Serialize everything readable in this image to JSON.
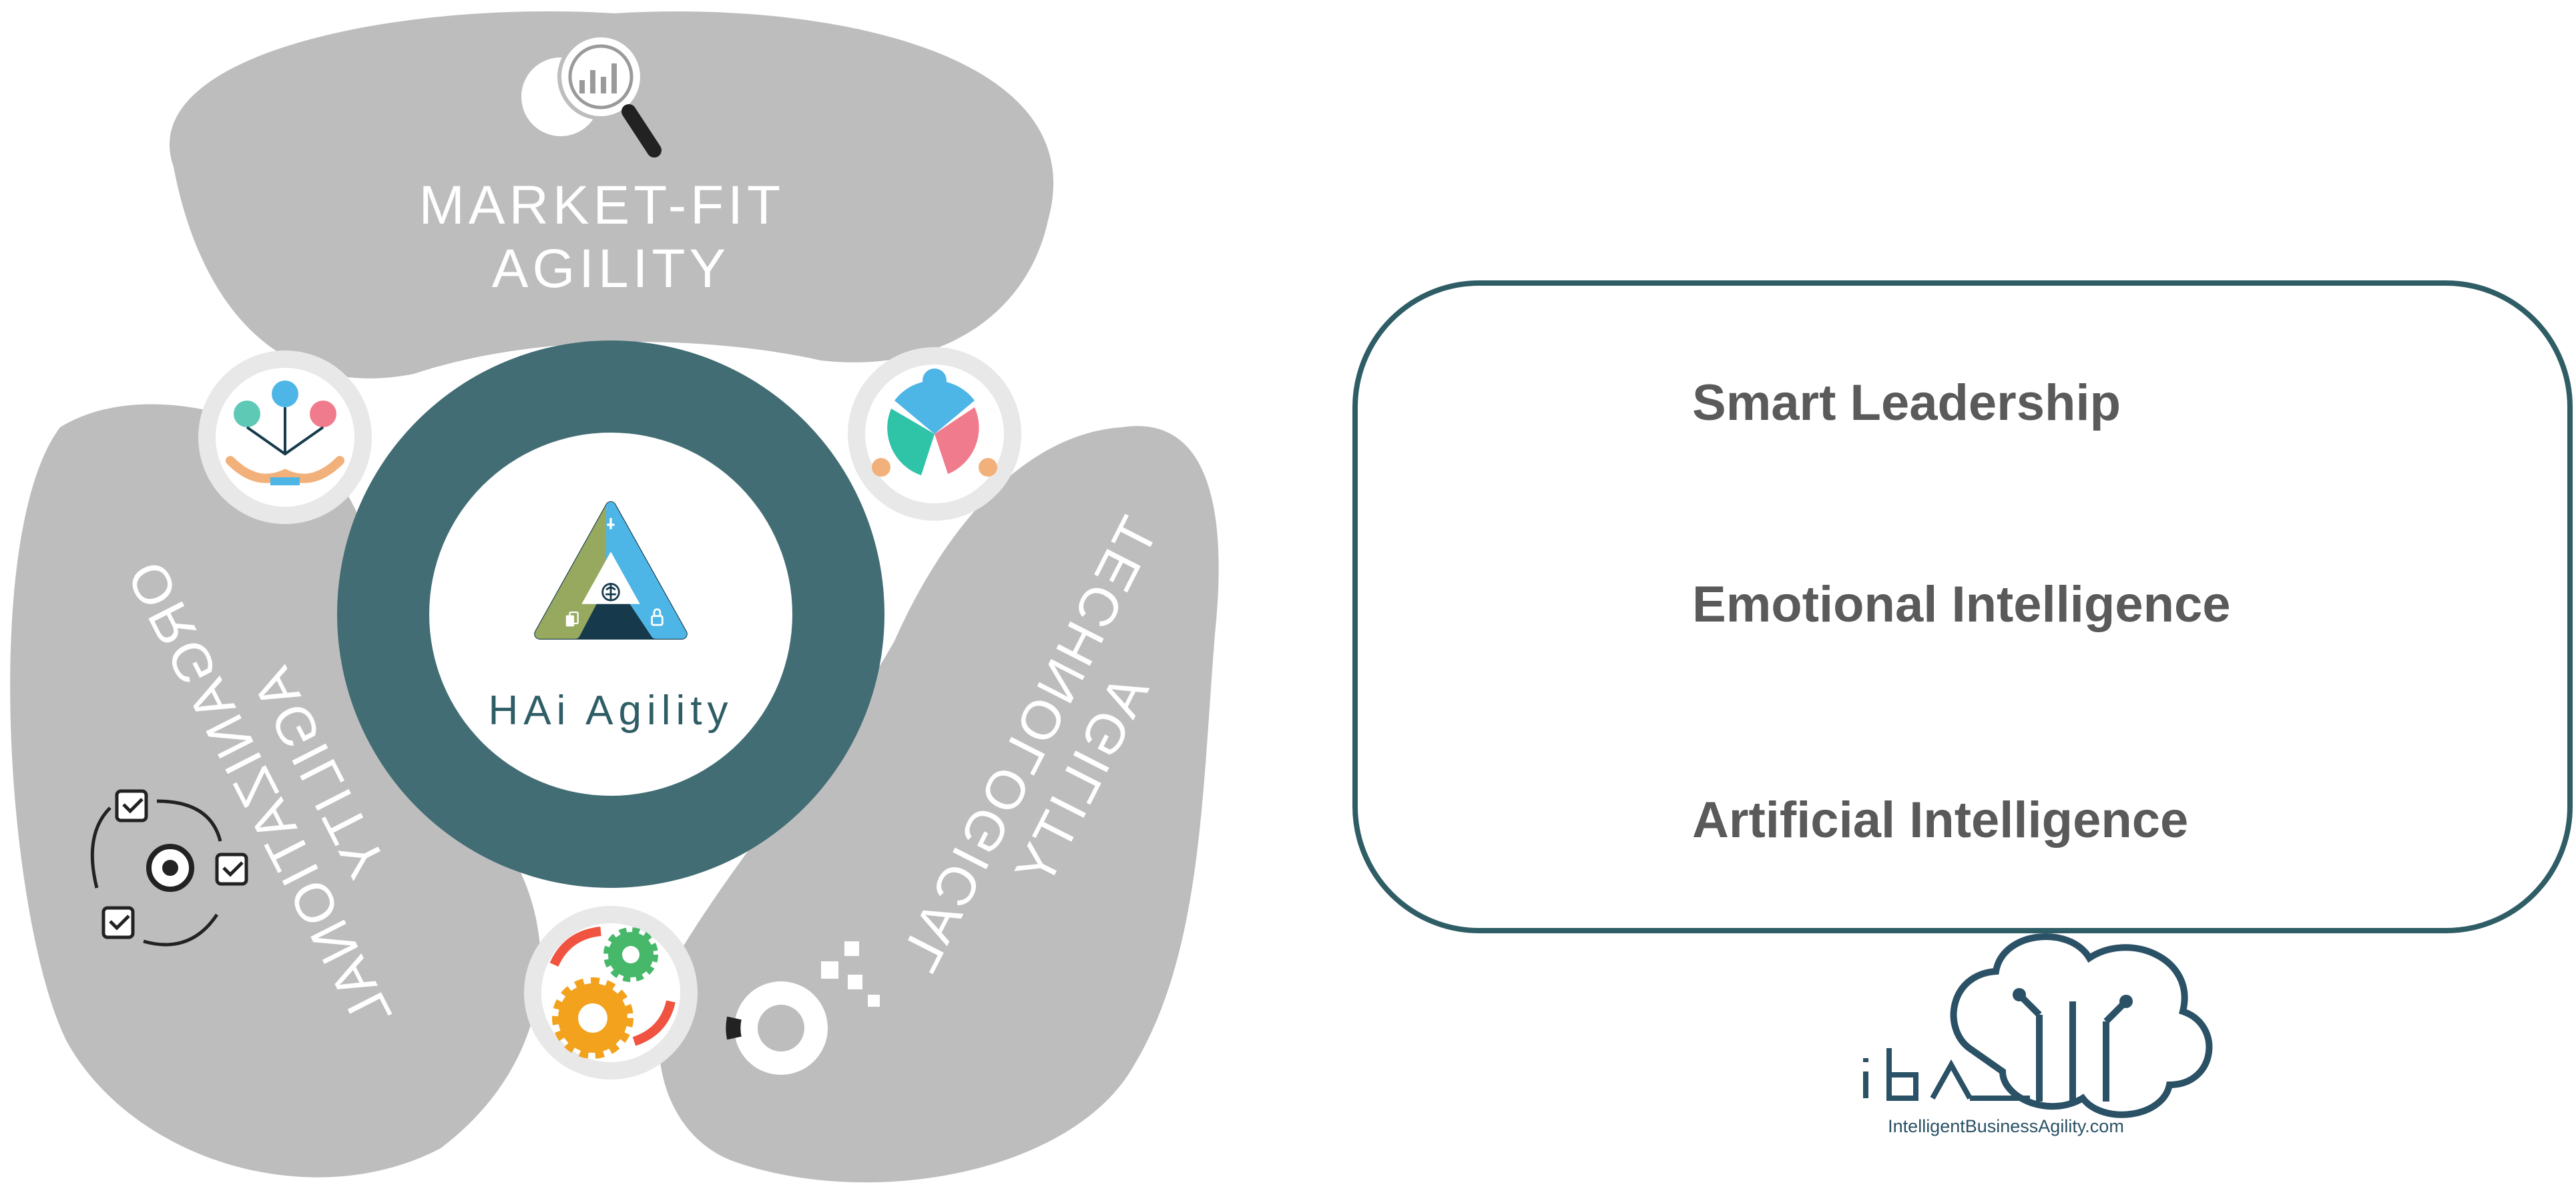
{
  "center": {
    "title": "HAi Agility"
  },
  "petals": {
    "top": "MARKET-FIT\nAGILITY",
    "left": "ORGANIZATIONAL\nAGILITY",
    "right": "TECHNOLOGICAL\nAGILITY"
  },
  "legend": {
    "items": [
      {
        "label": "Smart Leadership",
        "icon": "balance-scale-heart-briefcase-icon"
      },
      {
        "label": "Emotional Intelligence",
        "icon": "iq-eq-brain-heart-icon"
      },
      {
        "label": "Artificial Intelligence",
        "icon": "brain-circuit-icon"
      }
    ]
  },
  "footer": {
    "url": "IntelligentBusinessAgility.com"
  },
  "colors": {
    "petal_gray": "#bdbdbd",
    "ring_teal": "#426d75",
    "dark_navy": "#163a4c",
    "olive": "#97a95f",
    "sky_blue": "#4eb6e6",
    "border_teal": "#2f5d66"
  }
}
